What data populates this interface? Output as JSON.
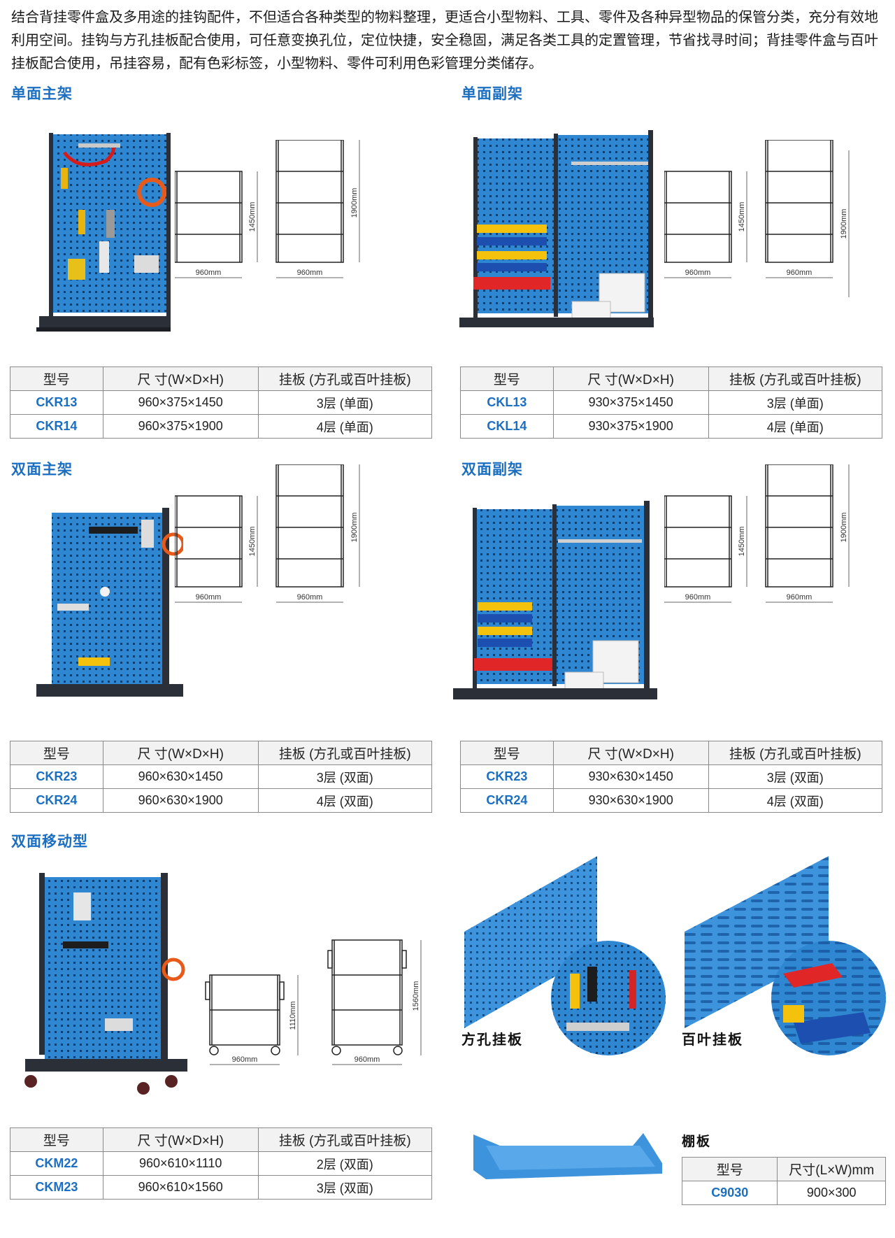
{
  "intro": "结合背挂零件盒及多用途的挂钩配件，不但适合各种类型的物料整理，更适合小型物料、工具、零件及各种异型物品的保管分类，充分有效地利用空间。挂钩与方孔挂板配合使用，可任意变换孔位，定位快捷，安全稳固，满足各类工具的定置管理，节省找寻时间；背挂零件盒与百叶挂板配合使用，吊挂容易，配有色彩标签，小型物料、零件可利用色彩管理分类储存。",
  "colors": {
    "accent": "#1b6fc2",
    "panel": "#2f87d2",
    "frame": "#2b2f38",
    "bin_red": "#e02626",
    "bin_yellow": "#f4c20d"
  },
  "headers": [
    "型号",
    "尺 寸(W×D×H)",
    "挂板 (方孔或百叶挂板)"
  ],
  "sections": [
    {
      "title": "单面主架",
      "rows": [
        {
          "model": "CKR13",
          "size": "960×375×1450",
          "board": "3层 (单面)"
        },
        {
          "model": "CKR14",
          "size": "960×375×1900",
          "board": "4层 (单面)"
        }
      ]
    },
    {
      "title": "单面副架",
      "rows": [
        {
          "model": "CKL13",
          "size": "930×375×1450",
          "board": "3层 (单面)"
        },
        {
          "model": "CKL14",
          "size": "930×375×1900",
          "board": "4层 (单面)"
        }
      ]
    },
    {
      "title": "双面主架",
      "rows": [
        {
          "model": "CKR23",
          "size": "960×630×1450",
          "board": "3层 (双面)"
        },
        {
          "model": "CKR24",
          "size": "960×630×1900",
          "board": "4层 (双面)"
        }
      ]
    },
    {
      "title": "双面副架",
      "rows": [
        {
          "model": "CKR23",
          "size": "930×630×1450",
          "board": "3层 (双面)"
        },
        {
          "model": "CKR24",
          "size": "930×630×1900",
          "board": "4层 (双面)"
        }
      ]
    },
    {
      "title": "双面移动型",
      "rows": [
        {
          "model": "CKM22",
          "size": "960×610×1110",
          "board": "2层 (双面)"
        },
        {
          "model": "CKM23",
          "size": "960×610×1560",
          "board": "3层 (双面)"
        }
      ]
    }
  ],
  "dims": {
    "w": "960mm",
    "h1": "1450mm",
    "h2": "1900mm",
    "m1": "1110mm",
    "m2": "1560mm"
  },
  "panels": {
    "square": "方孔挂板",
    "louver": "百叶挂板"
  },
  "shelf": {
    "title": "棚板",
    "headers": [
      "型号",
      "尺寸(L×W)mm"
    ],
    "model": "C9030",
    "size": "900×300"
  }
}
